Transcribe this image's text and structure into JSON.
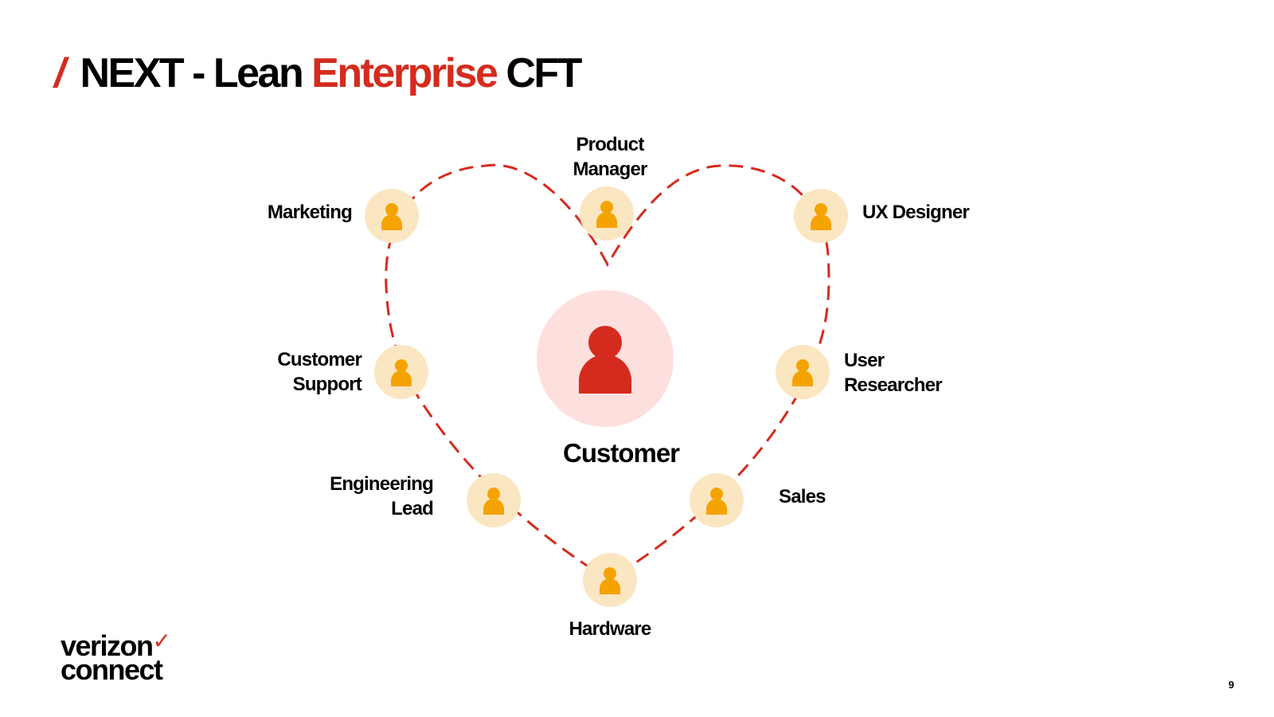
{
  "title": {
    "slash": "/",
    "part1": "NEXT - Lean ",
    "accent": "Enterprise",
    "part2": " CFT"
  },
  "colors": {
    "brand_red": "#d52b1e",
    "member_circle": "#fbe6c2",
    "member_icon": "#f5a300",
    "customer_circle": "#fde0dd"
  },
  "center": {
    "label": "Customer",
    "icon": "person-icon"
  },
  "members": [
    {
      "id": "product-manager",
      "label_lines": [
        "Product",
        "Manager"
      ],
      "icon": "person-icon"
    },
    {
      "id": "marketing",
      "label_lines": [
        "Marketing"
      ],
      "icon": "person-icon"
    },
    {
      "id": "ux-designer",
      "label_lines": [
        "UX Designer"
      ],
      "icon": "person-icon"
    },
    {
      "id": "customer-support",
      "label_lines": [
        "Customer",
        "Support"
      ],
      "icon": "person-icon"
    },
    {
      "id": "user-researcher",
      "label_lines": [
        "User",
        "Researcher"
      ],
      "icon": "person-icon"
    },
    {
      "id": "engineering-lead",
      "label_lines": [
        "Engineering",
        "Lead"
      ],
      "icon": "person-icon"
    },
    {
      "id": "sales",
      "label_lines": [
        "Sales"
      ],
      "icon": "person-icon"
    },
    {
      "id": "hardware",
      "label_lines": [
        "Hardware"
      ],
      "icon": "person-icon"
    }
  ],
  "logo": {
    "line1": "verizon",
    "check": "✓",
    "line2": "connect"
  },
  "page_number": "9"
}
